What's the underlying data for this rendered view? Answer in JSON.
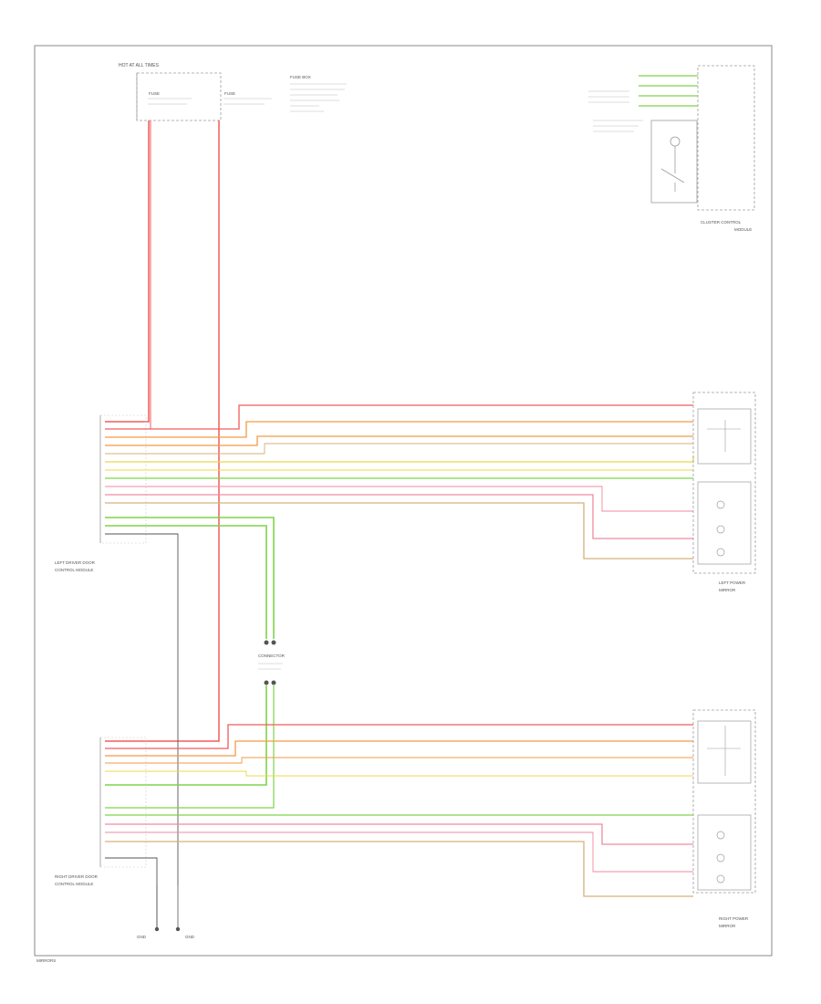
{
  "colors": {
    "red": "#f25c5c",
    "orange": "#f39a45",
    "yellow": "#ecd84a",
    "green": "#7fd34b",
    "pink": "#f08aa0",
    "tan": "#d4b27a",
    "frame": "#8a8a8a",
    "component": "#9c9c9c"
  },
  "labels": {
    "hot_at_all_times": "HOT AT ALL TIMES",
    "fuse_left": "FUSE",
    "fuse_right": "FUSE",
    "fuse_box_title": "FUSE BOX",
    "cluster_title": "CLUSTER CONTROL",
    "cluster_subtitle": "MODULE",
    "left_module_title": "LEFT DRIVER DOOR",
    "left_module_subtitle": "CONTROL MODULE",
    "right_module_title": "RIGHT DRIVER DOOR",
    "right_module_subtitle": "CONTROL MODULE",
    "connector_top": "CONNECTOR",
    "left_mirror_title": "LEFT POWER",
    "left_mirror_subtitle": "MIRROR",
    "right_mirror_title": "RIGHT POWER",
    "right_mirror_subtitle": "MIRROR",
    "ground_left": "GND",
    "ground_right": "GND",
    "page_ref": "MIRRORS"
  }
}
